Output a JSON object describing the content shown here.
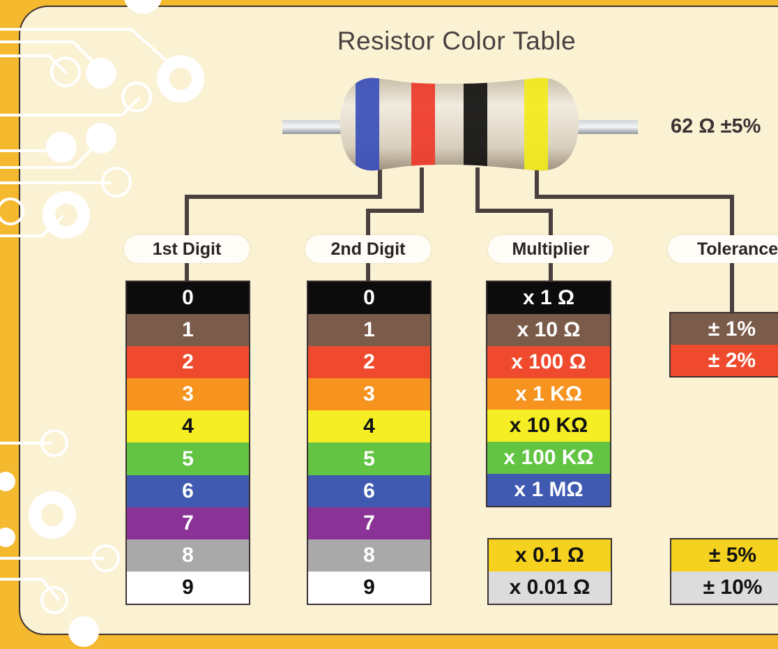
{
  "title": "Resistor Color Table",
  "resistor": {
    "value_label": "62 Ω  ±5%",
    "bands": [
      {
        "name": "blue",
        "color": "#3b4fb8"
      },
      {
        "name": "red",
        "color": "#ee3a2a"
      },
      {
        "name": "black",
        "color": "#111111"
      },
      {
        "name": "yellow",
        "color": "#f2ec1c"
      }
    ]
  },
  "columns": {
    "first_digit": {
      "label": "1st Digit",
      "rows": [
        {
          "text": "0",
          "bg": "#0c0c0c",
          "fg": "#ffffff"
        },
        {
          "text": "1",
          "bg": "#7b5b4a",
          "fg": "#ffffff"
        },
        {
          "text": "2",
          "bg": "#ef4a2e",
          "fg": "#ffffff"
        },
        {
          "text": "3",
          "bg": "#f7931f",
          "fg": "#ffffff"
        },
        {
          "text": "4",
          "bg": "#f6ee24",
          "fg": "#111111"
        },
        {
          "text": "5",
          "bg": "#63c443",
          "fg": "#ffffff"
        },
        {
          "text": "6",
          "bg": "#3f5ab0",
          "fg": "#ffffff"
        },
        {
          "text": "7",
          "bg": "#8b3296",
          "fg": "#ffffff"
        },
        {
          "text": "8",
          "bg": "#a9a9a9",
          "fg": "#ffffff"
        },
        {
          "text": "9",
          "bg": "#ffffff",
          "fg": "#111111"
        }
      ]
    },
    "second_digit": {
      "label": "2nd Digit",
      "rows": [
        {
          "text": "0",
          "bg": "#0c0c0c",
          "fg": "#ffffff"
        },
        {
          "text": "1",
          "bg": "#7b5b4a",
          "fg": "#ffffff"
        },
        {
          "text": "2",
          "bg": "#ef4a2e",
          "fg": "#ffffff"
        },
        {
          "text": "3",
          "bg": "#f7931f",
          "fg": "#ffffff"
        },
        {
          "text": "4",
          "bg": "#f6ee24",
          "fg": "#111111"
        },
        {
          "text": "5",
          "bg": "#63c443",
          "fg": "#ffffff"
        },
        {
          "text": "6",
          "bg": "#3f5ab0",
          "fg": "#ffffff"
        },
        {
          "text": "7",
          "bg": "#8b3296",
          "fg": "#ffffff"
        },
        {
          "text": "8",
          "bg": "#a9a9a9",
          "fg": "#ffffff"
        },
        {
          "text": "9",
          "bg": "#ffffff",
          "fg": "#111111"
        }
      ]
    },
    "multiplier": {
      "label": "Multiplier",
      "rows": [
        {
          "text": "x 1 Ω",
          "bg": "#0c0c0c",
          "fg": "#ffffff"
        },
        {
          "text": "x 10 Ω",
          "bg": "#7b5b4a",
          "fg": "#ffffff"
        },
        {
          "text": "x 100 Ω",
          "bg": "#ef4a2e",
          "fg": "#ffffff"
        },
        {
          "text": "x 1 KΩ",
          "bg": "#f7931f",
          "fg": "#ffffff"
        },
        {
          "text": "x 10 KΩ",
          "bg": "#f6ee24",
          "fg": "#111111"
        },
        {
          "text": "x 100 KΩ",
          "bg": "#63c443",
          "fg": "#ffffff"
        },
        {
          "text": "x 1 MΩ",
          "bg": "#3f5ab0",
          "fg": "#ffffff"
        }
      ],
      "extra_rows": [
        {
          "text": "x 0.1 Ω",
          "bg": "#f4d21f",
          "fg": "#111111"
        },
        {
          "text": "x 0.01 Ω",
          "bg": "#dcdcdc",
          "fg": "#111111"
        }
      ]
    },
    "tolerance": {
      "label": "Tolerance",
      "rows": [
        {
          "text": "± 1%",
          "bg": "#7b5b4a",
          "fg": "#ffffff"
        },
        {
          "text": "± 2%",
          "bg": "#ef4a2e",
          "fg": "#ffffff"
        }
      ],
      "extra_rows": [
        {
          "text": "± 5%",
          "bg": "#f4d21f",
          "fg": "#111111"
        },
        {
          "text": "± 10%",
          "bg": "#dcdcdc",
          "fg": "#111111"
        }
      ]
    }
  }
}
